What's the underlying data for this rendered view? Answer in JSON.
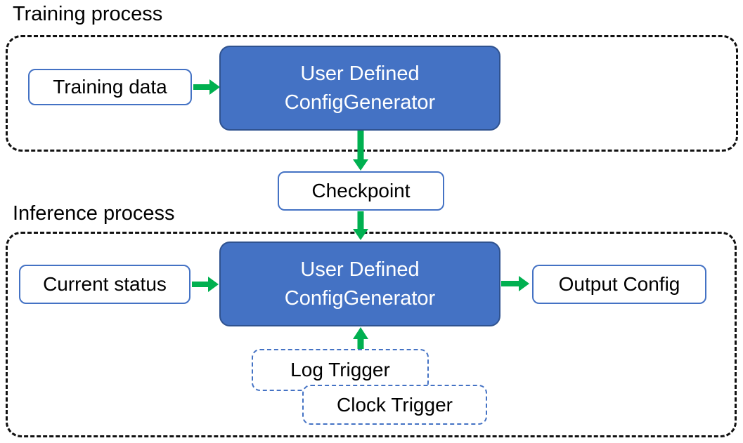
{
  "colors": {
    "blue_fill": "#4472C4",
    "blue_border": "#2F528F",
    "outline_blue": "#4472C4",
    "arrow_green": "#00B050",
    "dash_black": "#111111",
    "text_dark": "#000000",
    "text_light": "#ffffff"
  },
  "sections": {
    "training": {
      "label": "Training process"
    },
    "inference": {
      "label": "Inference process"
    }
  },
  "nodes": {
    "training_data": {
      "label": "Training data"
    },
    "generator_training": {
      "line1": "User Defined",
      "line2": "ConfigGenerator"
    },
    "checkpoint": {
      "label": "Checkpoint"
    },
    "current_status": {
      "label": "Current status"
    },
    "generator_inference": {
      "line1": "User Defined",
      "line2": "ConfigGenerator"
    },
    "output_config": {
      "label": "Output Config"
    },
    "log_trigger": {
      "label": "Log Trigger"
    },
    "clock_trigger": {
      "label": "Clock Trigger"
    }
  },
  "edges": [
    {
      "from": "Training data",
      "to": "User Defined ConfigGenerator (training)",
      "direction": "right"
    },
    {
      "from": "User Defined ConfigGenerator (training)",
      "to": "Checkpoint",
      "direction": "down"
    },
    {
      "from": "Checkpoint",
      "to": "User Defined ConfigGenerator (inference)",
      "direction": "down"
    },
    {
      "from": "Current status",
      "to": "User Defined ConfigGenerator (inference)",
      "direction": "right"
    },
    {
      "from": "User Defined ConfigGenerator (inference)",
      "to": "Output Config",
      "direction": "right"
    },
    {
      "from": "Log Trigger / Clock Trigger",
      "to": "User Defined ConfigGenerator (inference)",
      "direction": "up"
    }
  ]
}
